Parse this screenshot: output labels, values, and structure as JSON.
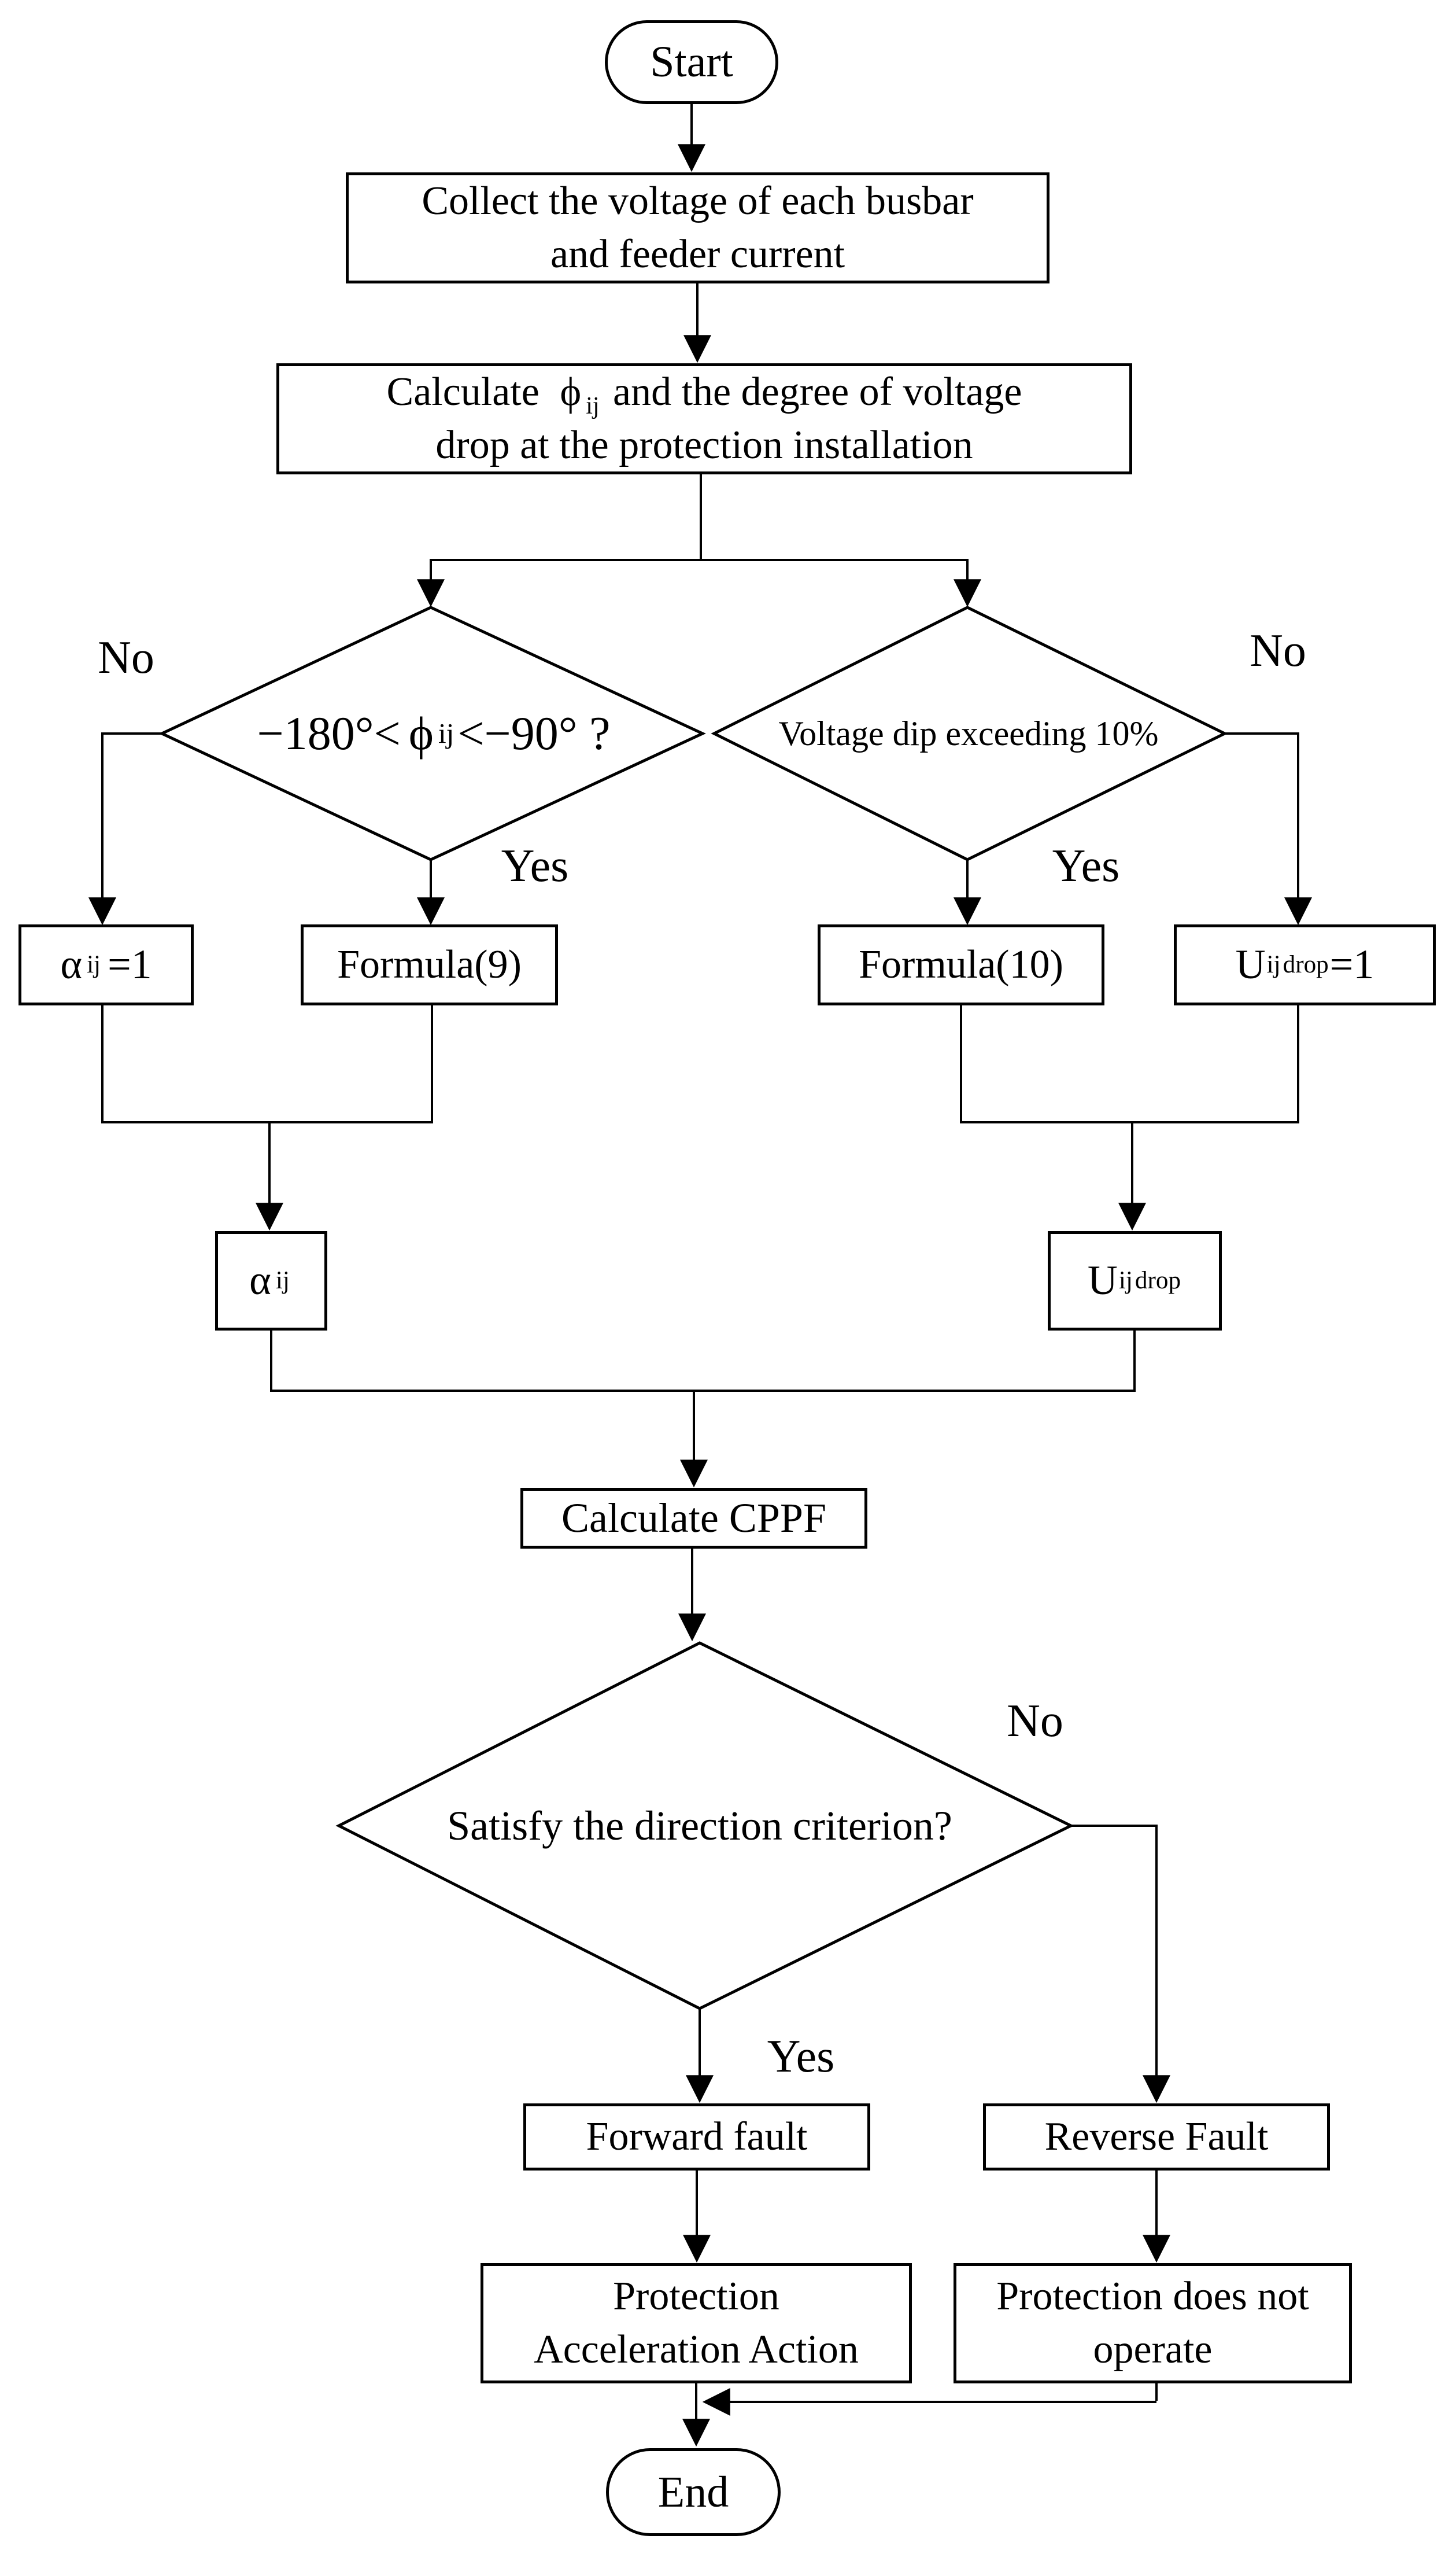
{
  "flowchart": {
    "colors": {
      "stroke": "#000000",
      "background": "#ffffff"
    },
    "start": {
      "label": "Start"
    },
    "collect": {
      "line1": "Collect the voltage of each busbar",
      "line2": "and feeder current"
    },
    "calc_phi": {
      "t1": "Calculate",
      "phi": "ϕ",
      "sub": "ij",
      "t2": "and the degree of voltage",
      "line2": "drop at the protection installation"
    },
    "decision_phase": {
      "t1": "−180°<",
      "phi": "ϕ",
      "sub": "ij",
      "t2": "<−90° ?"
    },
    "decision_dip": {
      "label": "Voltage dip exceeding 10%"
    },
    "labels": {
      "no_left": "No",
      "no_right": "No",
      "yes_left": "Yes",
      "yes_right": "Yes",
      "no_direction": "No",
      "yes_direction": "Yes"
    },
    "alpha_eq1": {
      "base": "α",
      "sub": "ij",
      "eq": "=1"
    },
    "formula9": {
      "label": "Formula(9)"
    },
    "formula10": {
      "label": "Formula(10)"
    },
    "udrop_eq1": {
      "base": "U",
      "sub": "ij",
      "sup": "drop",
      "eq": "=1"
    },
    "alpha": {
      "base": "α",
      "sub": "ij"
    },
    "udrop": {
      "base": "U",
      "sub": "ij",
      "sup": "drop"
    },
    "cppf": {
      "label": "Calculate CPPF"
    },
    "decision_direction": {
      "label": "Satisfy the direction criterion?"
    },
    "forward": {
      "label": "Forward fault"
    },
    "reverse": {
      "label": "Reverse Fault"
    },
    "protection_accel": {
      "line1": "Protection",
      "line2": "Acceleration Action"
    },
    "protection_none": {
      "line1": "Protection does not",
      "line2": "operate"
    },
    "end": {
      "label": "End"
    }
  }
}
